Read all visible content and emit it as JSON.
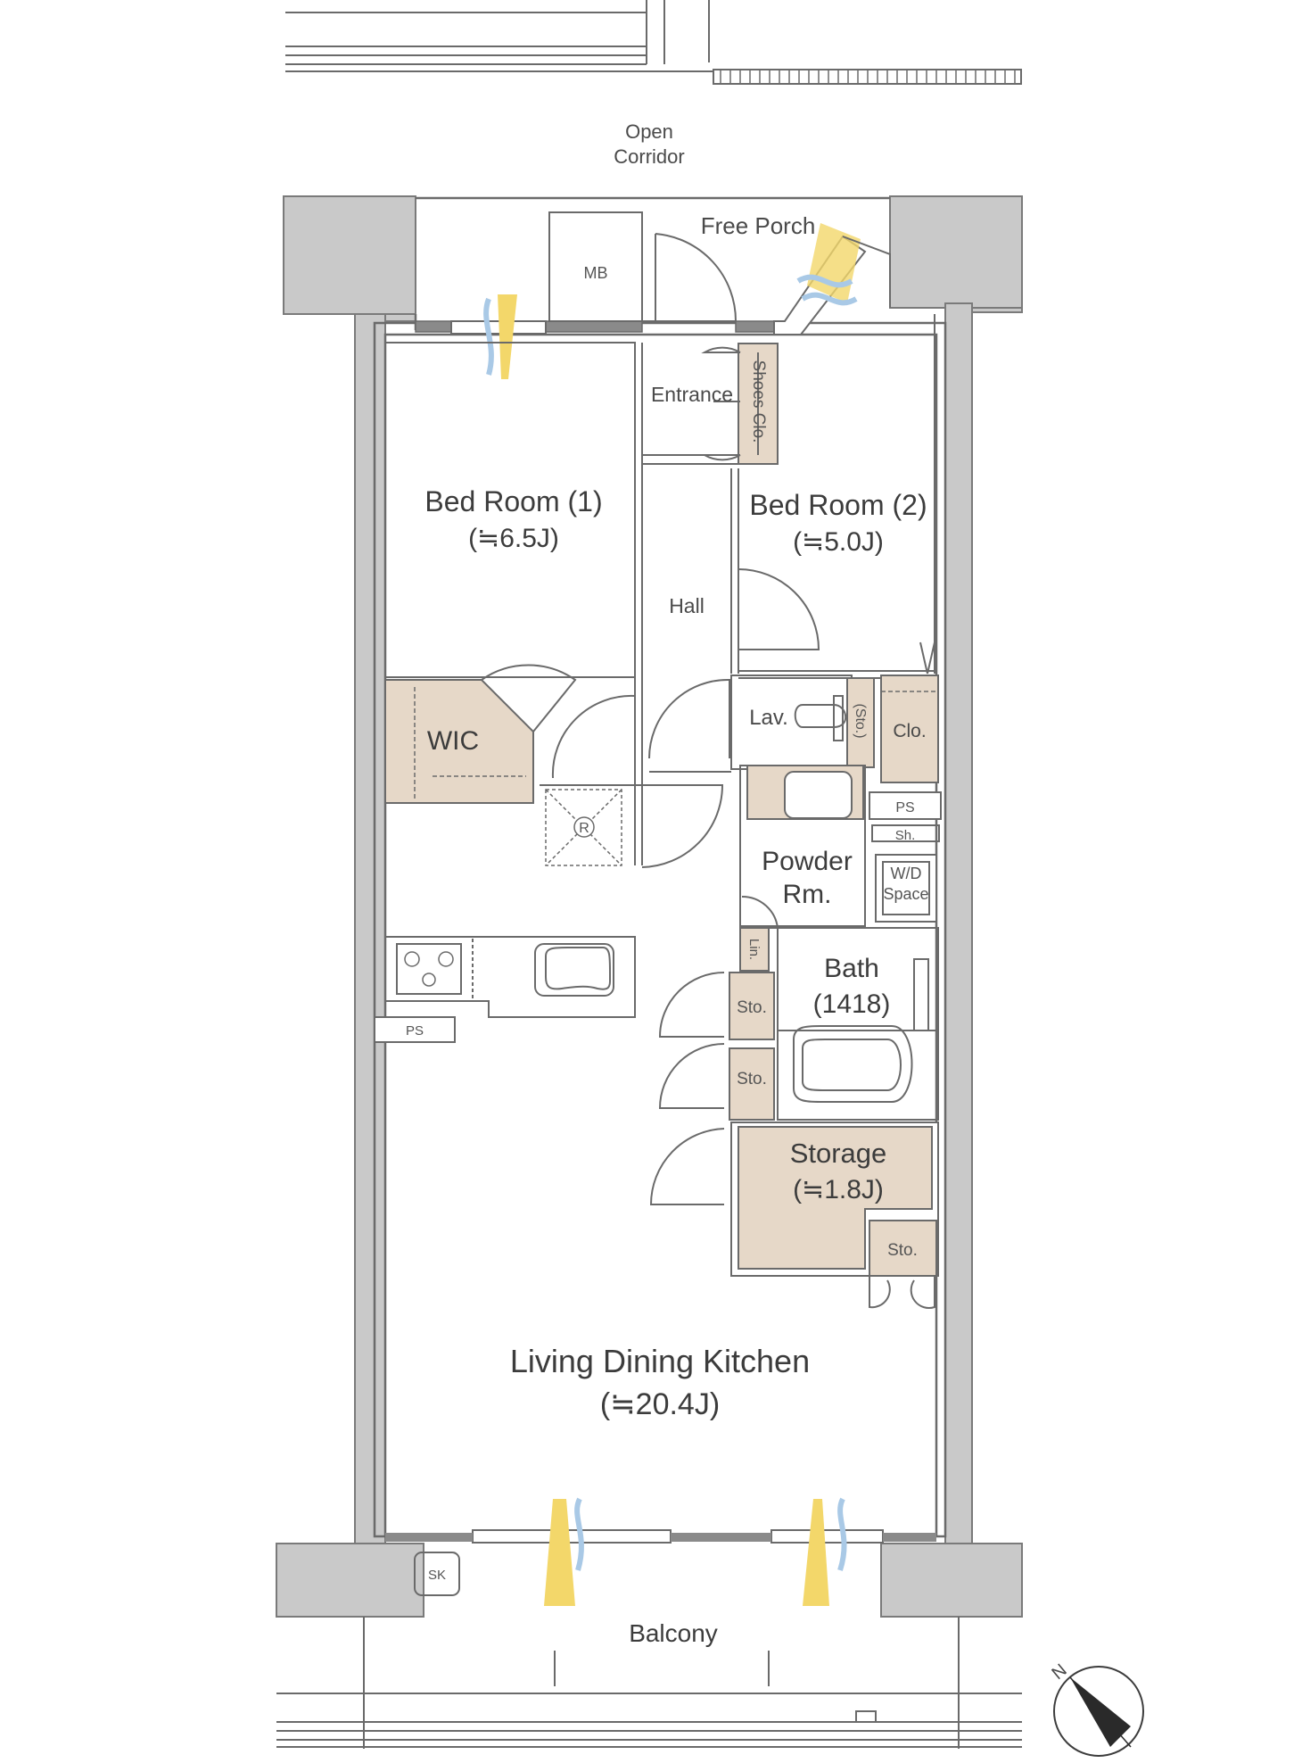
{
  "colors": {
    "wall": "#c9c9c9",
    "wall_stroke": "#7a7a7a",
    "line": "#6a6a6a",
    "storage_fill": "#e6d8c8",
    "vent_yellow": "#f3d76a",
    "vent_blue": "#a9c9e6"
  },
  "labels": {
    "open_corridor_line1": "Open",
    "open_corridor_line2": "Corridor",
    "free_porch": "Free Porch",
    "mb": "MB",
    "entrance": "Entrance",
    "shoes_clo": "Shoes Clo.",
    "bedroom1_name": "Bed Room (1)",
    "bedroom1_size": "(≒6.5J)",
    "bedroom2_name": "Bed Room (2)",
    "bedroom2_size": "(≒5.0J)",
    "hall": "Hall",
    "wic": "WIC",
    "lav": "Lav.",
    "sto_vertical": "(Sto.)",
    "clo": "Clo.",
    "ps_top": "PS",
    "sh": "Sh.",
    "refrigerator": "R",
    "powder_line1": "Powder",
    "powder_line2": "Rm.",
    "wd_line1": "W/D",
    "wd_line2": "Space",
    "lin": "Lin.",
    "bath_name": "Bath",
    "bath_size": "(1418)",
    "sto1": "Sto.",
    "sto2": "Sto.",
    "ps_kitchen": "PS",
    "storage_name": "Storage",
    "storage_size": "(≒1.8J)",
    "sto3": "Sto.",
    "ldk_name": "Living Dining Kitchen",
    "ldk_size": "(≒20.4J)",
    "sk": "SK",
    "balcony": "Balcony",
    "north": "N"
  }
}
